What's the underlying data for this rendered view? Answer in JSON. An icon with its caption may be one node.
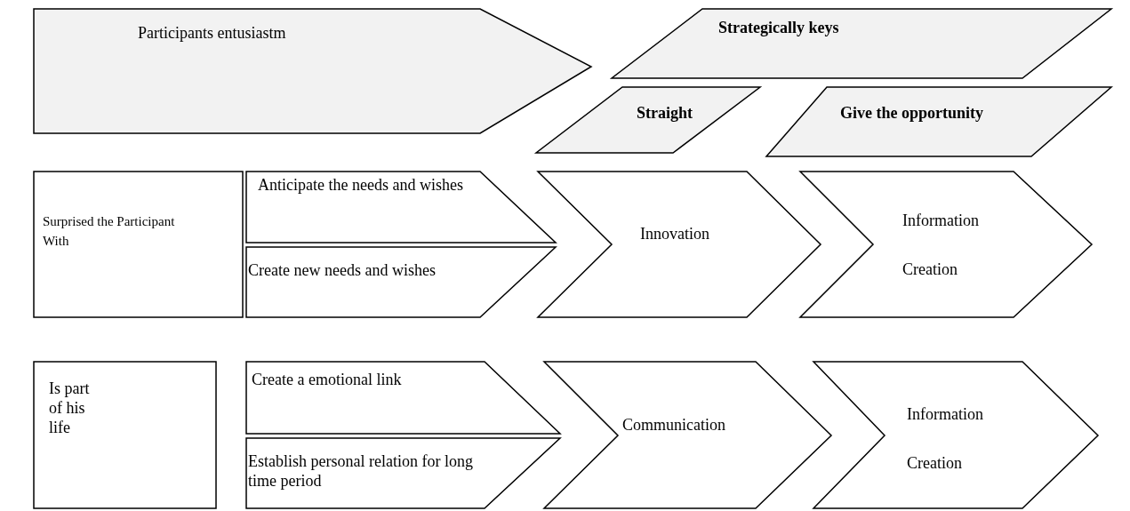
{
  "diagram": {
    "nodes": [
      {
        "text": [
          "Participants entusiastm"
        ]
      },
      {
        "text": [
          "Strategically keys"
        ]
      },
      {
        "text": [
          "Straight"
        ]
      },
      {
        "text": [
          "Give the opportunity"
        ]
      },
      {
        "text": [
          "Surprised the Participant With"
        ]
      },
      {
        "text": [
          "Anticipate the needs and wishes"
        ]
      },
      {
        "text": [
          "Create new needs and wishes"
        ]
      },
      {
        "text": [
          "Innovation"
        ]
      },
      {
        "text": [
          "Information",
          "Creation"
        ]
      },
      {
        "text": [
          "Is part of his life"
        ]
      },
      {
        "text": [
          "Create a emotional link"
        ]
      },
      {
        "text": [
          "Establish personal relation for long time period"
        ]
      },
      {
        "text": [
          "Communication"
        ]
      },
      {
        "text": [
          "Information",
          "Creation"
        ]
      }
    ],
    "edges": []
  }
}
